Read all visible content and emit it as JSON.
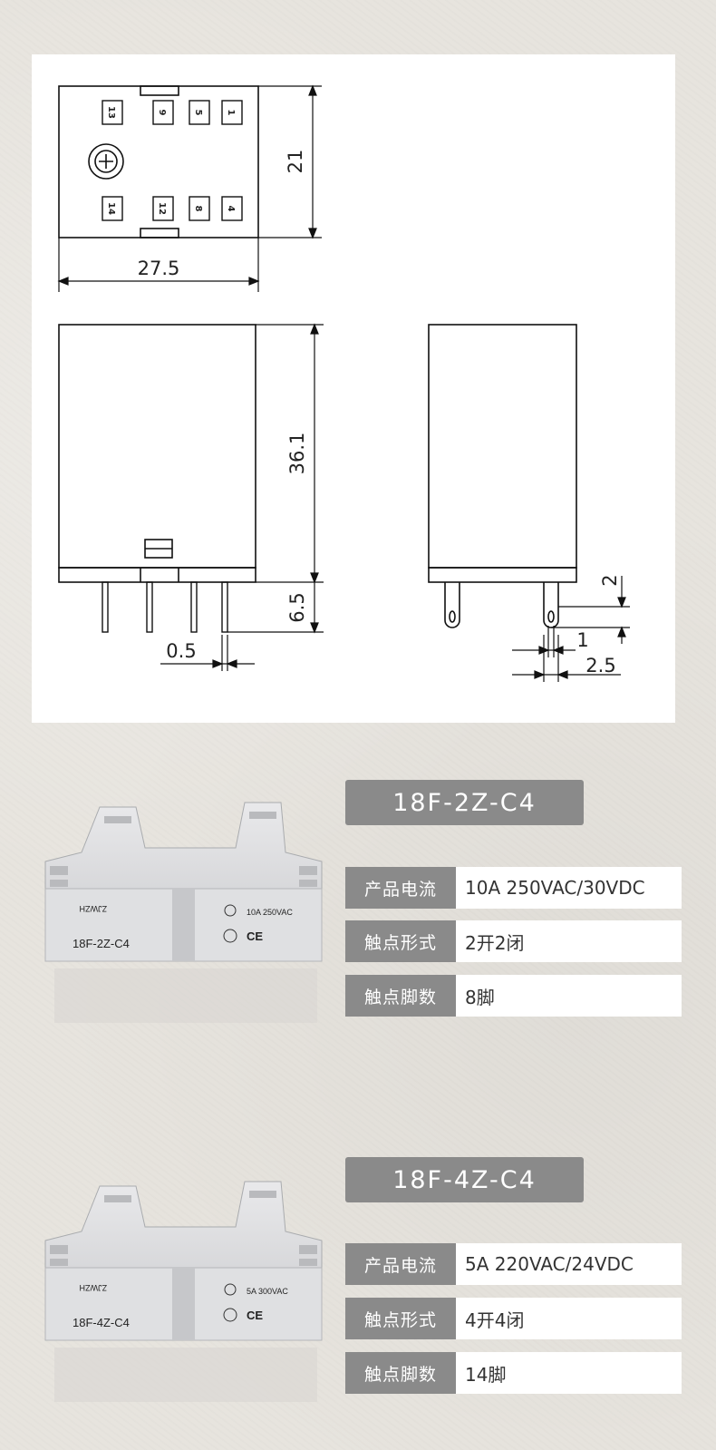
{
  "drawing": {
    "dims": {
      "width": "27.5",
      "depth": "21",
      "height": "36.1",
      "pin_length": "6.5",
      "pin_thickness": "0.5",
      "pin_offset_top": "2",
      "pin_hole": "1",
      "pin_width": "2.5"
    },
    "pins": {
      "top_row": [
        "13",
        "9",
        "5",
        "1"
      ],
      "bottom_row": [
        "14",
        "12",
        "8",
        "4"
      ]
    }
  },
  "products": [
    {
      "model": "18F-2Z-C4",
      "socket_label": "18F-2Z-C4",
      "socket_rating": "10A 250VAC",
      "brand_mark": "ZJWZH",
      "specs": [
        {
          "key": "产品电流",
          "value": "10A 250VAC/30VDC"
        },
        {
          "key": "触点形式",
          "value": "2开2闭"
        },
        {
          "key": "触点脚数",
          "value": "8脚"
        }
      ]
    },
    {
      "model": "18F-4Z-C4",
      "socket_label": "18F-4Z-C4",
      "socket_rating": "5A 300VAC",
      "brand_mark": "ZJWZH",
      "specs": [
        {
          "key": "产品电流",
          "value": "5A 220VAC/24VDC"
        },
        {
          "key": "触点形式",
          "value": "4开4闭"
        },
        {
          "key": "触点脚数",
          "value": "14脚"
        }
      ]
    }
  ]
}
